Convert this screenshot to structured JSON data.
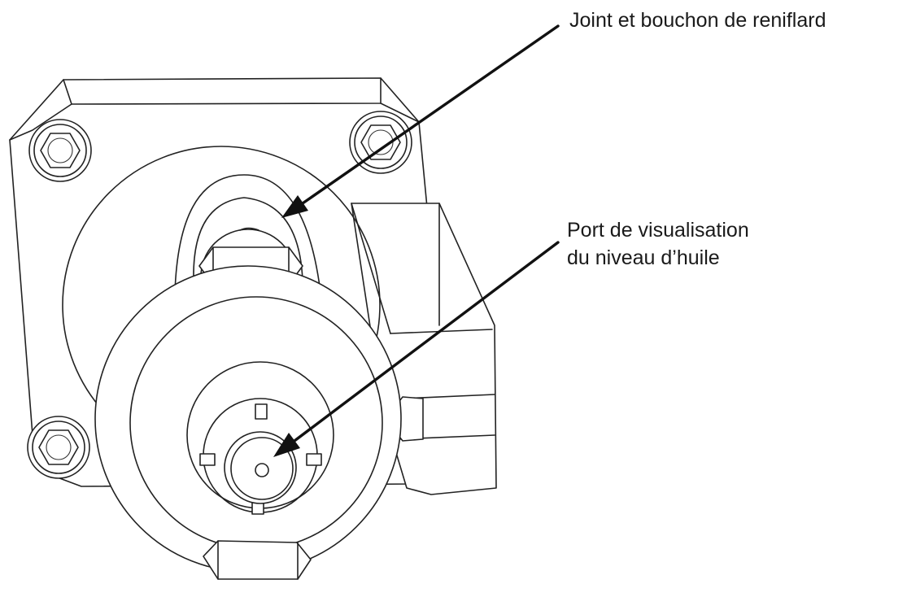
{
  "callouts": [
    {
      "id": "breather",
      "text": "Joint et bouchon de reniflard"
    },
    {
      "id": "oil-sight",
      "lines": [
        "Port de visualisation",
        "du niveau d’huile"
      ]
    }
  ],
  "colors": {
    "line": "#222222",
    "arrow": "#111111",
    "background": "#ffffff"
  }
}
